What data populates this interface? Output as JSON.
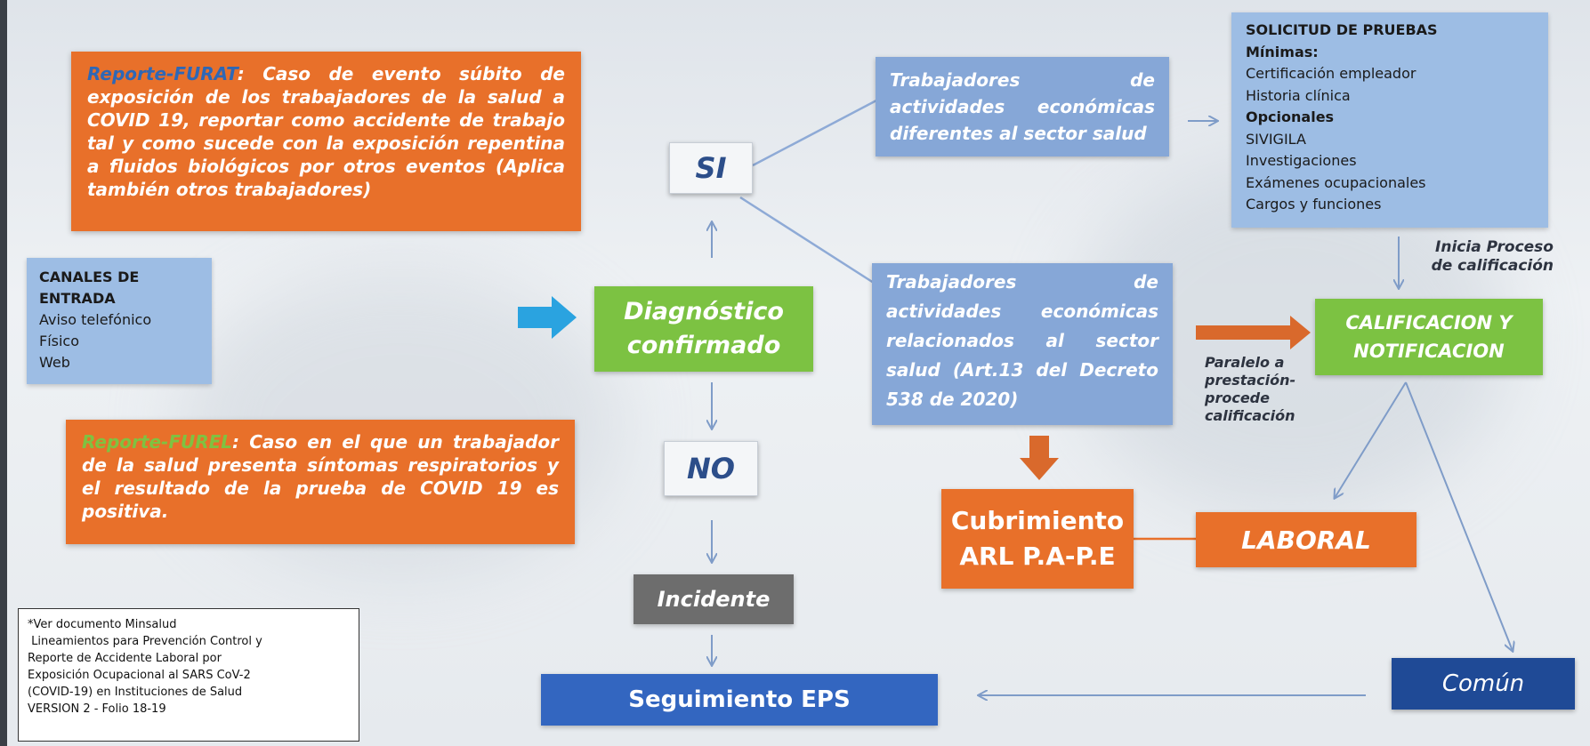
{
  "colors": {
    "orange": "#e8702a",
    "blue_box": "#86a7d7",
    "light_blue": "#9dbde4",
    "green": "#7cc242",
    "dark_blue": "#3366c0",
    "navy": "#1f4a96",
    "gray": "#6d6d6d",
    "arrow_cyan": "#2aa3e0"
  },
  "furat": {
    "lead": "Reporte-FURAT",
    "text": ": Caso de evento súbito de exposición de los trabajadores de la salud a COVID 19, reportar como accidente de trabajo tal y como sucede con la exposición repentina a fluidos biológicos por otros eventos      (Aplica también otros trabajadores)"
  },
  "furel": {
    "lead": "Reporte-FUREL",
    "text": ": Caso en el que un trabajador de la salud presenta síntomas respiratorios y el resultado de la prueba de COVID 19 es positiva."
  },
  "canales": {
    "title_1": "CANALES DE",
    "title_2": "ENTRADA",
    "items": [
      "Aviso telefónico",
      "Físico",
      "Web"
    ]
  },
  "diagnostico": {
    "line1": "Diagnóstico",
    "line2": "confirmado"
  },
  "si_label": "SI",
  "no_label": "NO",
  "incidente_label": "Incidente",
  "seguimiento_label": "Seguimiento EPS",
  "trab_otros": "Trabajadores de actividades económicas diferentes al sector salud",
  "trab_salud": "Trabajadores de actividades económicas relacionados al sector salud (Art.13 del Decreto 538 de 2020)",
  "solicitud": {
    "title": "SOLICITUD DE PRUEBAS",
    "min_label": "Mínimas:",
    "min_items": [
      "Certificación empleador",
      "Historia clínica"
    ],
    "opt_label": "Opcionales",
    "opt_items": [
      "SIVIGILA",
      "Investigaciones",
      "Exámenes ocupacionales",
      "Cargos y funciones"
    ]
  },
  "inicia_label_1": "Inicia Proceso",
  "inicia_label_2": "de calificación",
  "calificacion": {
    "line1": "CALIFICACION Y",
    "line2": "NOTIFICACION"
  },
  "paralelo": [
    "Paralelo a",
    "prestación-",
    "procede",
    "calificación"
  ],
  "cubrimiento": {
    "line1": "Cubrimiento",
    "line2": "ARL P.A-P.E"
  },
  "laboral_label": "LABORAL",
  "comun_label": "Común",
  "footnote": [
    "*Ver documento Minsalud",
    " Lineamientos para Prevención Control y",
    "Reporte de Accidente Laboral por",
    "Exposición Ocupacional al SARS CoV-2",
    "(COVID-19) en Instituciones de Salud",
    "VERSION 2 - Folio 18-19"
  ]
}
